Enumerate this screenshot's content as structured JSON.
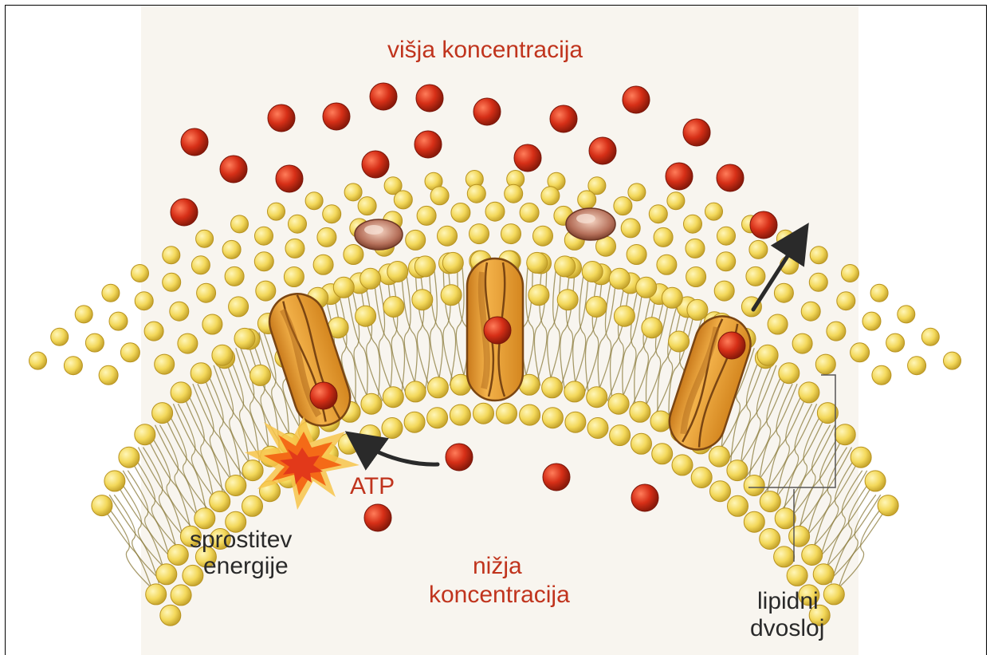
{
  "labels": {
    "higher": "višja koncentracija",
    "atp": "ATP",
    "release_line1": "sprostitev",
    "release_line2": "energije",
    "lower_line1": "nižja",
    "lower_line2": "koncentracija",
    "bilayer_line1": "lipidni",
    "bilayer_line2": "dvosloj"
  },
  "colors": {
    "ion": "#d62f17",
    "lipid_head": "#f3d85a",
    "protein": "#e9a12e",
    "label_red": "#c0341d",
    "label_dark": "#2a2a2a",
    "burst": "#f46a17"
  }
}
